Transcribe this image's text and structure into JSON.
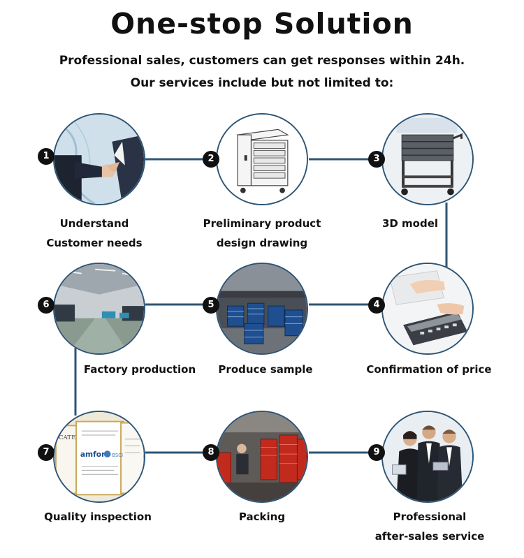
{
  "header": {
    "title": "One-stop Solution",
    "subtitle_line1": "Professional sales, customers can get responses within 24h.",
    "subtitle_line2": "Our services include but not limited to:"
  },
  "steps": [
    {
      "number": "1",
      "label_line1": "Understand",
      "label_line2": "Customer needs"
    },
    {
      "number": "2",
      "label_line1": "Preliminary product",
      "label_line2": "design drawing"
    },
    {
      "number": "3",
      "label_line1": "3D model",
      "label_line2": ""
    },
    {
      "number": "4",
      "label_line1": "Confirmation of price",
      "label_line2": ""
    },
    {
      "number": "5",
      "label_line1": "Produce sample",
      "label_line2": ""
    },
    {
      "number": "6",
      "label_line1": "Factory production",
      "label_line2": ""
    },
    {
      "number": "7",
      "label_line1": "Quality inspection",
      "label_line2": ""
    },
    {
      "number": "8",
      "label_line1": "Packing",
      "label_line2": ""
    },
    {
      "number": "9",
      "label_line1": "Professional",
      "label_line2": "after-sales service"
    }
  ],
  "certificate": {
    "brand": "amfori",
    "program": "BSCI",
    "heading": "CATE"
  },
  "colors": {
    "connector": "#2e5575",
    "badge": "#111111"
  }
}
